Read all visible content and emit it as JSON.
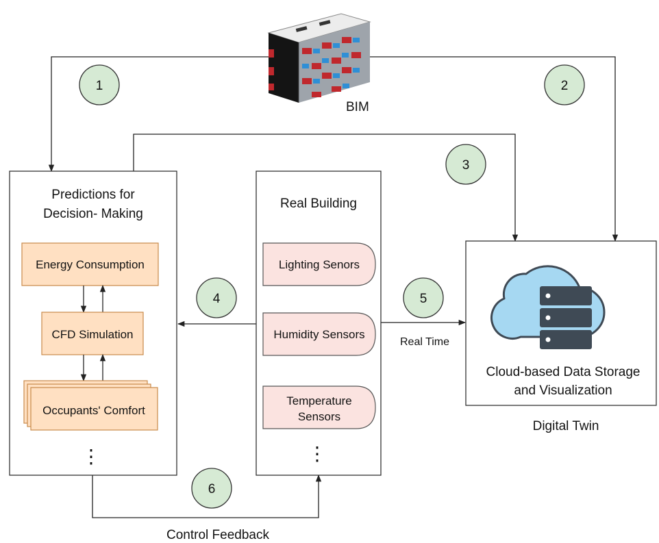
{
  "bim_label": "BIM",
  "predictions": {
    "title_line1": "Predictions for",
    "title_line2": "Decision- Making",
    "items": [
      "Energy Consumption",
      "CFD Simulation",
      "Occupants' Comfort"
    ],
    "ellipsis": "⋮"
  },
  "real_building": {
    "title": "Real Building",
    "sensors": [
      "Lighting Senors",
      "Humidity Sensors",
      "Temperature",
      "Sensors"
    ],
    "ellipsis": "⋮"
  },
  "cloud": {
    "line1": "Cloud-based Data Storage",
    "line2": "and Visualization",
    "caption": "Digital Twin"
  },
  "labels": {
    "real_time": "Real Time",
    "control_feedback": "Control Feedback"
  },
  "steps": [
    "1",
    "2",
    "3",
    "4",
    "5",
    "6"
  ],
  "colors": {
    "step_circle": "#d6ead4",
    "process_box": "#ffe0c2",
    "sensor_box": "#fbe3e0",
    "cloud": "#a6d8f2",
    "server": "#3f4a55"
  }
}
